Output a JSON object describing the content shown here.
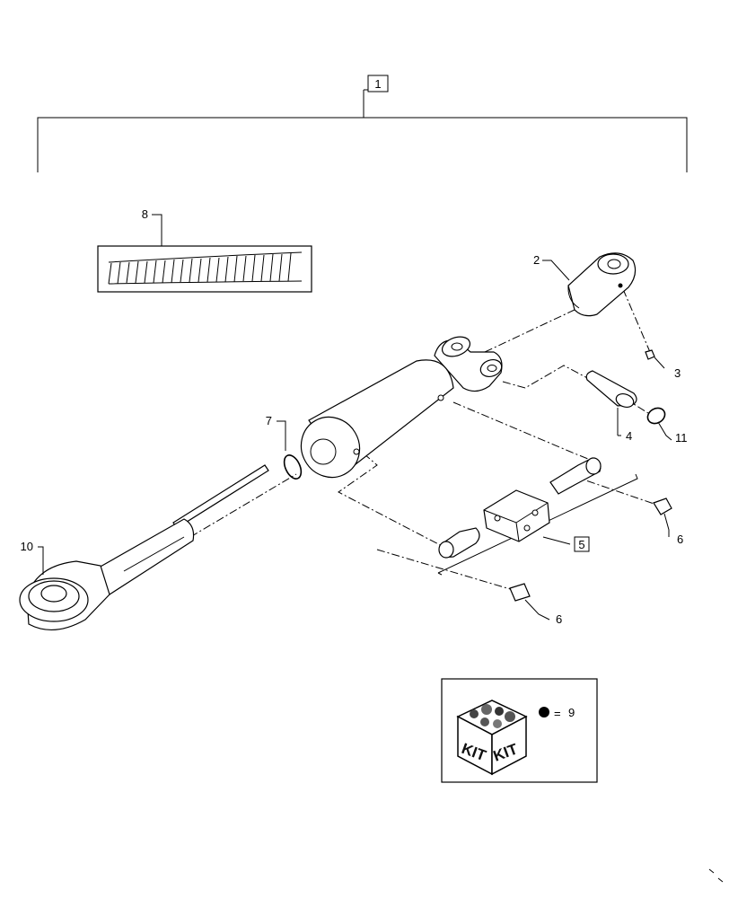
{
  "callouts": {
    "assembly": "1",
    "clevis_head": "2",
    "grease_nipple": "3",
    "pin": "4",
    "valve_kit": "5",
    "plug_right": "6",
    "plug_bottom": "6",
    "snap_ring": "7",
    "decal": "8",
    "ball_end": "10",
    "o_ring": "11"
  },
  "kit_legend": {
    "box_label_left": "KIT",
    "box_label_right": "KIT",
    "equals": "=",
    "number": "9"
  }
}
